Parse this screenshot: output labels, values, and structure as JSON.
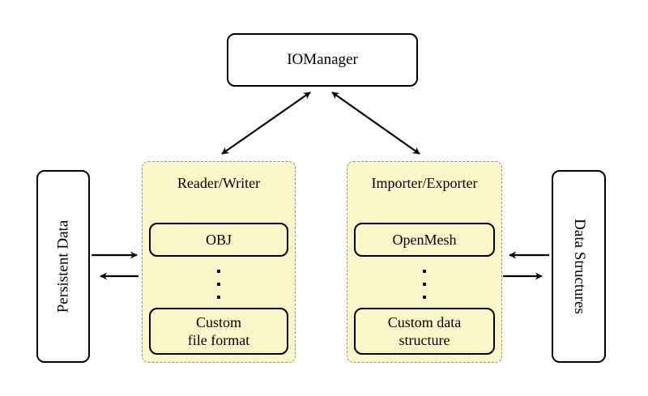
{
  "nodes": {
    "iomanager": {
      "label": "IOManager"
    },
    "persistent_data": {
      "label": "Persistent Data"
    },
    "data_structures": {
      "label": "Data Structures"
    }
  },
  "groups": {
    "reader_writer": {
      "title": "Reader/Writer",
      "items": [
        {
          "label": "OBJ",
          "line1": "OBJ",
          "line2": ""
        },
        {
          "label": "Custom file format",
          "line1": "Custom",
          "line2": "file format"
        }
      ]
    },
    "importer_exporter": {
      "title": "Importer/Exporter",
      "items": [
        {
          "label": "OpenMesh",
          "line1": "OpenMesh",
          "line2": ""
        },
        {
          "label": "Custom data structure",
          "line1": "Custom data",
          "line2": "structure"
        }
      ]
    }
  },
  "icons": {
    "vdots": "⋮"
  },
  "edges": [
    {
      "from": "iomanager",
      "to": "reader_writer",
      "direction": "both"
    },
    {
      "from": "iomanager",
      "to": "importer_exporter",
      "direction": "both"
    },
    {
      "from": "persistent_data",
      "to": "reader_writer",
      "direction": "forward"
    },
    {
      "from": "reader_writer",
      "to": "persistent_data",
      "direction": "forward"
    },
    {
      "from": "data_structures",
      "to": "importer_exporter",
      "direction": "forward"
    },
    {
      "from": "importer_exporter",
      "to": "data_structures",
      "direction": "forward"
    }
  ],
  "colors": {
    "background": "#ffffff",
    "group_fill": "#fbf6c9",
    "group_border": "#8f8f8f",
    "node_fill": "#ffffff",
    "stroke": "#000000"
  }
}
